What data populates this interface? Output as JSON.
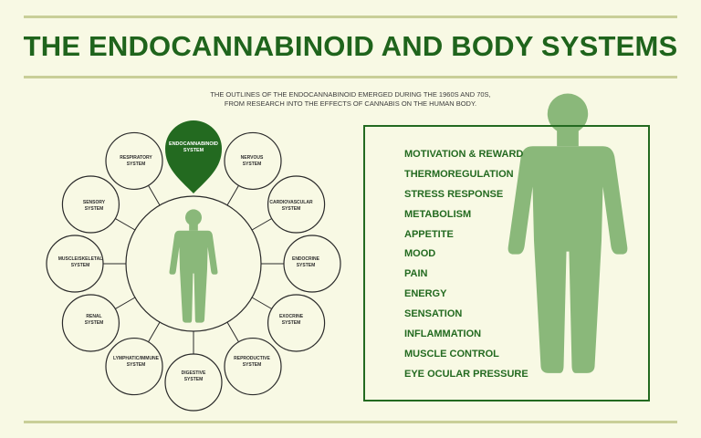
{
  "title": "THE ENDOCANNABINOID AND BODY SYSTEMS",
  "subtitle": {
    "line1": "THE OUTLINES OF THE ENDOCANNABINOID EMERGED DURING THE 1960s AND 70s,",
    "line2": "FROM RESEARCH INTO THE EFFECTS OF CANNABIS ON THE HUMAN BODY."
  },
  "center_node": {
    "line1": "ENDOCANNABINOID",
    "line2": "SYSTEM"
  },
  "systems": [
    {
      "line1": "RESPIRATORY",
      "line2": "SYSTEM"
    },
    {
      "line1": "NERVOUS",
      "line2": "SYSTEM"
    },
    {
      "line1": "CARDIOVASCULAR",
      "line2": "SYSTEM"
    },
    {
      "line1": "ENDOCRINE",
      "line2": "SYSTEM"
    },
    {
      "line1": "EXOCRINE",
      "line2": "SYSTEM"
    },
    {
      "line1": "REPRODUCTIVE",
      "line2": "SYSTEM"
    },
    {
      "line1": "DIGESTIVE",
      "line2": "SYSTEM"
    },
    {
      "line1": "LYMPHATIC/IMMUNE",
      "line2": "SYSTEM"
    },
    {
      "line1": "RENAL",
      "line2": "SYSTEM"
    },
    {
      "line1": "MUSCLE/SKELETAL",
      "line2": "SYSTEM"
    },
    {
      "line1": "SENSORY",
      "line2": "SYSTEM"
    }
  ],
  "effects": [
    "MOTIVATION & REWARD",
    "THERMOREGULATION",
    "STRESS RESPONSE",
    "METABOLISM",
    "APPETITE",
    "MOOD",
    "PAIN",
    "ENERGY",
    "SENSATION",
    "INFLAMMATION",
    "MUSCLE CONTROL",
    "EYE OCULAR PRESSURE"
  ],
  "colors": {
    "background": "#f8f9e4",
    "accent_dark_green": "#236a20",
    "figure_green": "#8ab87a",
    "rule": "#c9cf98"
  },
  "icons": {
    "center_figure": "human-body-icon",
    "panel_figure": "human-body-icon",
    "endocannabinoid_marker": "location-pin-icon"
  }
}
